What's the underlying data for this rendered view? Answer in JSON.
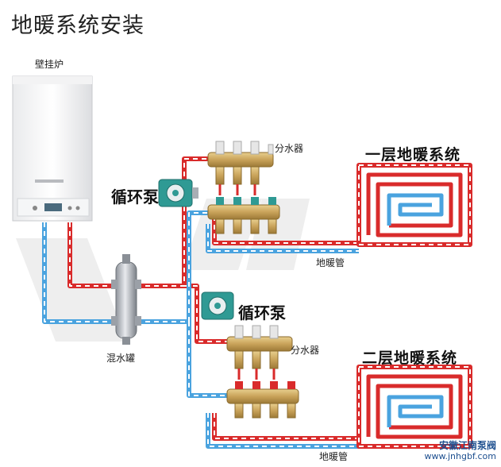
{
  "title": "地暖系统安装",
  "labels": {
    "boiler": "壁挂炉",
    "pump_top": "循环泵",
    "pump_bottom": "循环泵",
    "manifold_top": "分水器",
    "manifold_bottom": "分水器",
    "floor_pipe_top": "地暖管",
    "floor_pipe_bottom": "地暖管",
    "mixing_tank": "混水罐",
    "system_first": "一层地暖系统",
    "system_second": "二层地暖系统"
  },
  "watermark": {
    "name": "安徽江南泵阀",
    "url": "www.jnhgbf.com"
  },
  "colors": {
    "supply": "#d92b2b",
    "return": "#4aa3df",
    "brass": "#c9a35a",
    "pump": "#2f9a94"
  }
}
